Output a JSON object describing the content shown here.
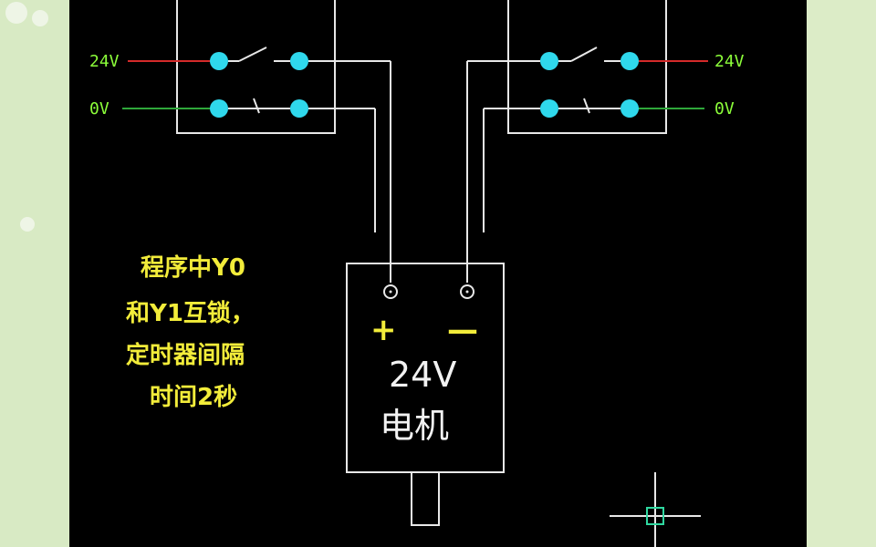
{
  "left_relay": {
    "top_label": "24V",
    "bottom_label": "0V"
  },
  "right_relay": {
    "top_label": "24V",
    "bottom_label": "0V"
  },
  "note_lines": [
    "程序中Y0",
    "和Y1互锁，",
    "定时器间隔",
    "时间2秒"
  ],
  "motor": {
    "plus_sign": "+",
    "minus_sign": "—",
    "voltage": "24V",
    "name": "电机"
  },
  "colors": {
    "canvas": "#000000",
    "wire_24v": "#d42a2a",
    "wire_0v": "#2fa83a",
    "terminal": "#2fd8ec",
    "note_text": "#f2ec3a",
    "cad_label": "#8cff3a"
  }
}
